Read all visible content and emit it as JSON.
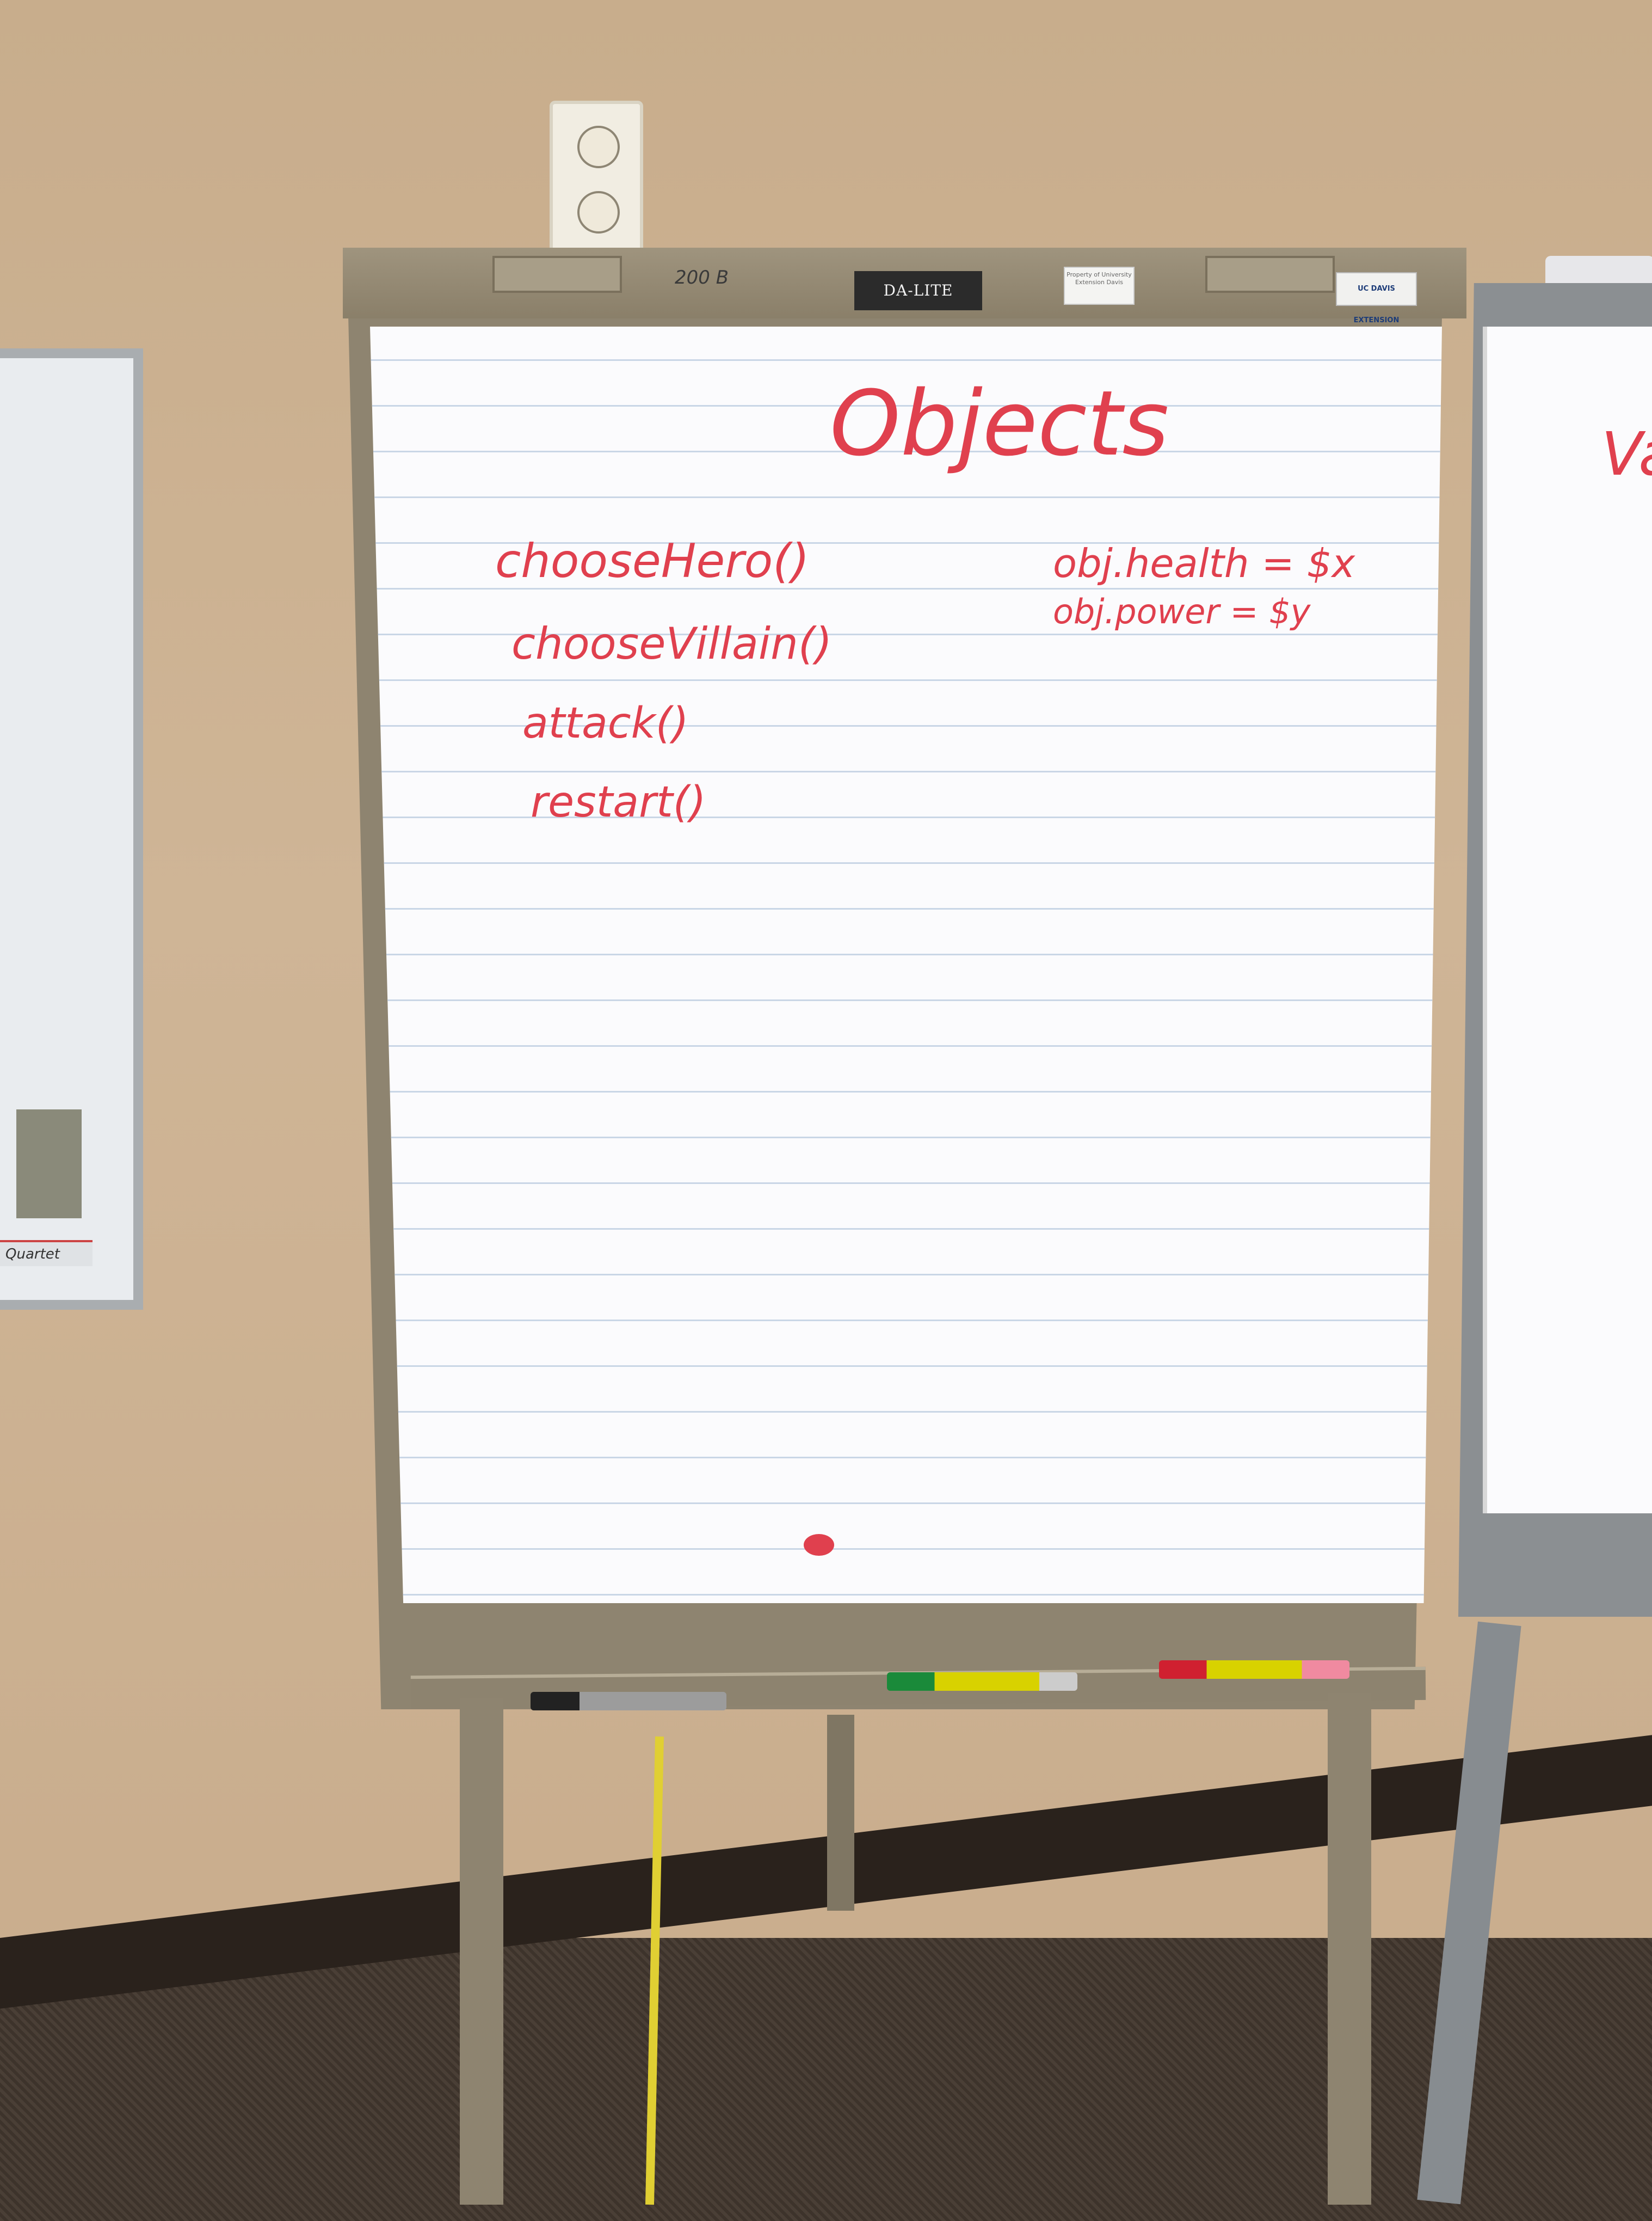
{
  "scene": {
    "header_note": "200 B",
    "badge_text": "DA-LITE",
    "property_label": "Property of University Extension Davis",
    "ucdavis_label": "UC DAVIS EXTENSION",
    "whiteboard_brand": "Quartet"
  },
  "flipchart": {
    "title": "Objects",
    "methods": [
      "chooseHero()",
      "chooseVillain()",
      "attack()",
      "restart()"
    ],
    "properties": [
      "obj.health = $x",
      "obj.power = $y"
    ]
  },
  "right_flipchart": {
    "partial_title": "Va"
  },
  "colors": {
    "ink": "#e0404e",
    "paper": "#fbfbfd",
    "wall": "#c9ad8d",
    "easel": "#8e8470"
  }
}
